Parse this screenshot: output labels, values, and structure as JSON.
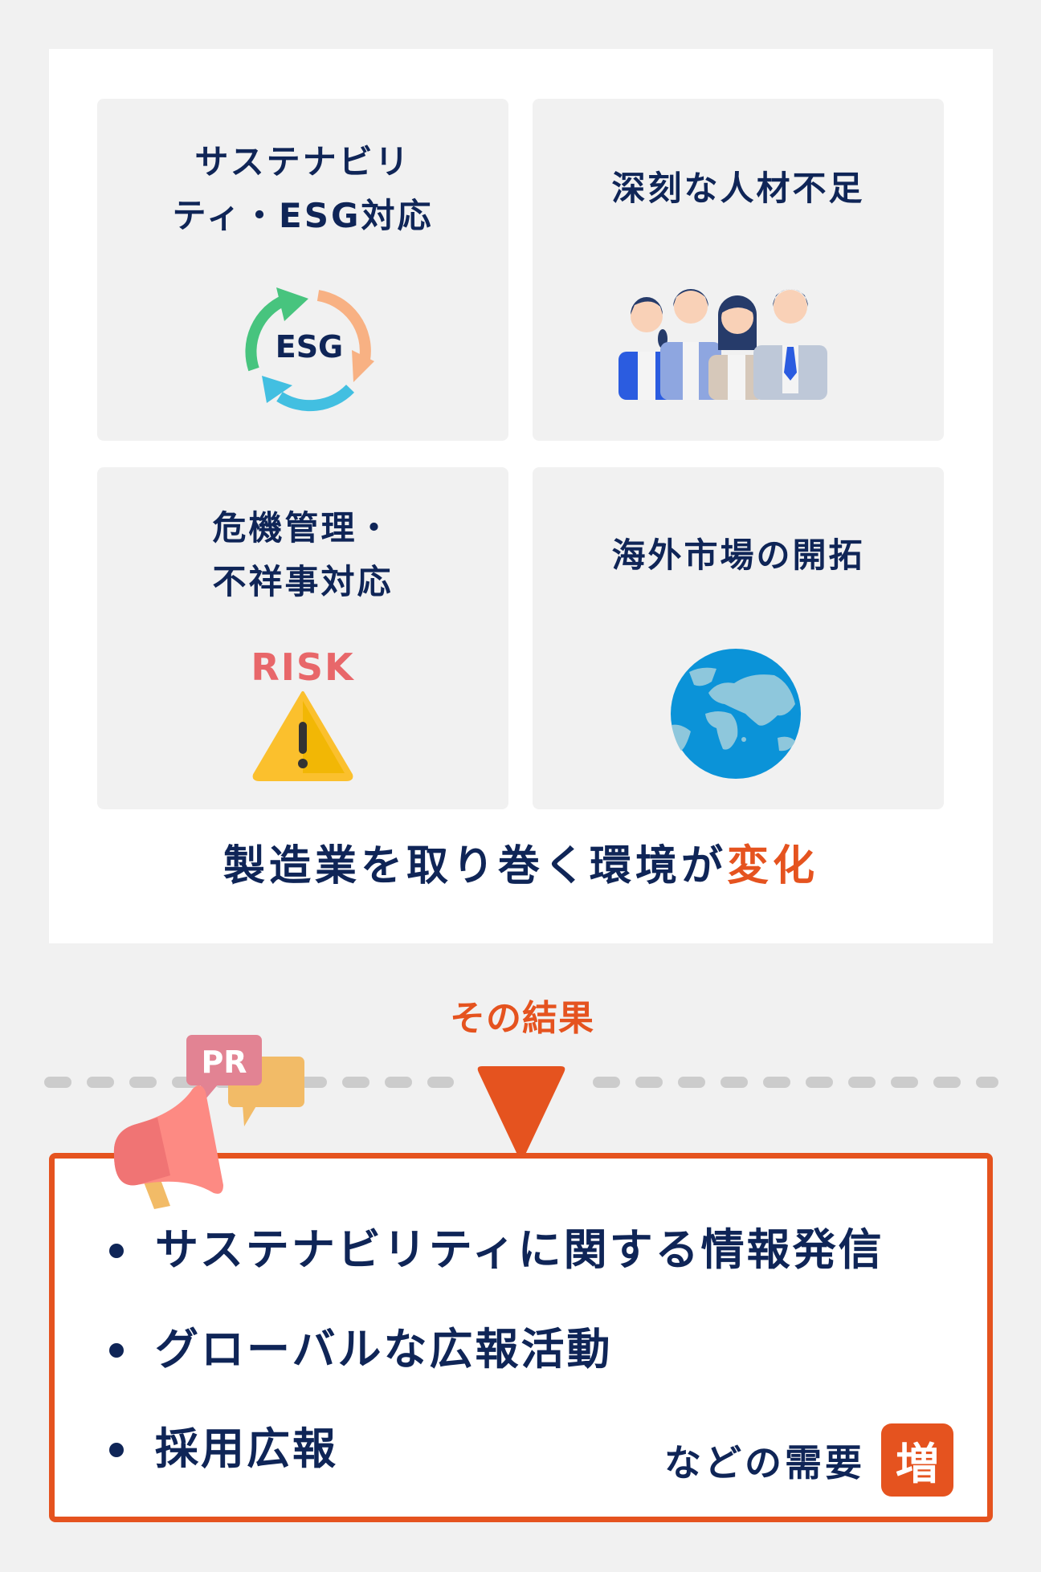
{
  "colors": {
    "background": "#f1f1f1",
    "card": "#ffffff",
    "navy": "#0f2557",
    "accent_orange": "#e5531f",
    "risk_red": "#e8676a",
    "dash_gray": "#cccccc"
  },
  "environment_card": {
    "tiles": [
      {
        "title_line1": "サステナビリ",
        "title_line2": "ティ・ESG対応",
        "icon": "esg-cycle-icon",
        "icon_text": "ESG"
      },
      {
        "title_line1": "深刻な人材不足",
        "icon": "business-people-icon"
      },
      {
        "title_line1": "危機管理・",
        "title_line2": "不祥事対応",
        "icon": "warning-triangle-icon",
        "icon_label": "RISK"
      },
      {
        "title_line1": "海外市場の開拓",
        "icon": "globe-icon"
      }
    ],
    "heading_main": "製造業を取り巻く環境が",
    "heading_accent": "変化"
  },
  "transition": {
    "label": "その結果",
    "arrow_icon": "down-triangle-icon",
    "pr_bubble_text": "PR"
  },
  "result_box": {
    "items": [
      "サステナビリティに関する情報発信",
      "グローバルな広報活動",
      "採用広報"
    ],
    "demand_text": "などの需要",
    "badge_text": "増"
  }
}
